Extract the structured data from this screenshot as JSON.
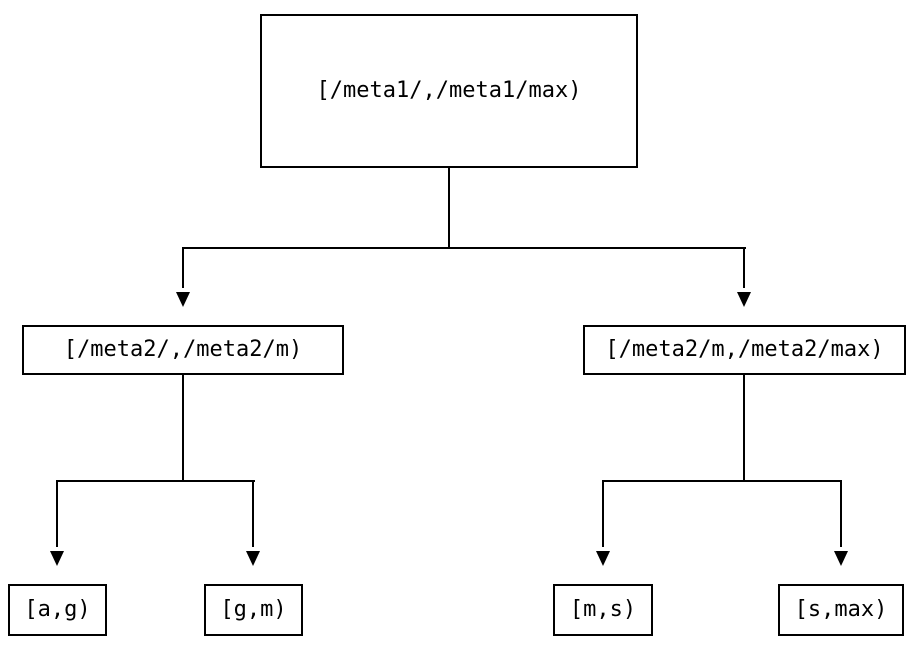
{
  "tree": {
    "root": {
      "label": "[/meta1/,/meta1/max)",
      "children": [
        {
          "label": "[/meta2/,/meta2/m)",
          "children": [
            {
              "label": "[a,g)"
            },
            {
              "label": "[g,m)"
            }
          ]
        },
        {
          "label": "[/meta2/m,/meta2/max)",
          "children": [
            {
              "label": "[m,s)"
            },
            {
              "label": "[s,max)"
            }
          ]
        }
      ]
    }
  },
  "colors": {
    "background": "#ffffff",
    "box_border": "#000000",
    "line": "#000000",
    "text": "#000000"
  }
}
